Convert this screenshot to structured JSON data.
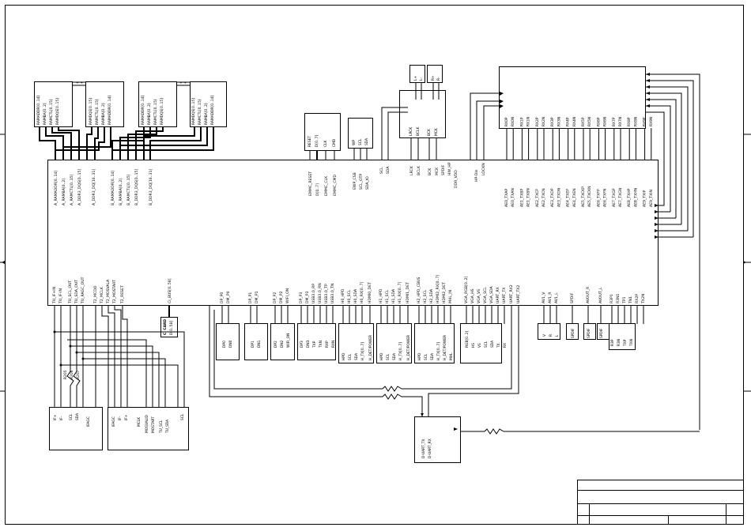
{
  "soc": {
    "top_pins": {
      "a_ddr": [
        "A_RAMADDR[0..14]",
        "A_RAMBA[0..2]",
        "A_RAMCTL[0..15]",
        "A_DDR3_DQS[0..15]",
        "A_DDR3_DQ[16..31]"
      ],
      "b_ddr": [
        "B_RAMADDR[0..14]",
        "B_RAMBA[0..2]",
        "B_RAMCTL[0..15]",
        "B_DDR3_DQS[0..15]",
        "B_DDR3_DQ[16..31]"
      ],
      "emmc": [
        "EMMC_RESET",
        "D[0..7]",
        "EMMC_CLK",
        "EMMC_CMD"
      ],
      "i2c": [
        "EWP_CSB",
        "SCL_OTP",
        "SDA_IO"
      ],
      "mid": [
        "SCL",
        "SDA"
      ],
      "i2s": [
        "LRCK",
        "BCLK",
        "BCK",
        "MCK",
        "SPDIF",
        "HW_HP",
        "DDR_VDD"
      ],
      "misc": [
        "HP-Din",
        "LOCKN"
      ],
      "lvds_right": [
        "AE0_TXAP",
        "AE0_TXAN",
        "AE1_TXBP",
        "AE1_TXBN",
        "AE2_TXCP",
        "AE2_TXCN",
        "AE3_TXDP",
        "AE3_TXDN",
        "AE4_TXEP",
        "AE4_TXEN",
        "AE5_TXCKP",
        "AE5_TXCKN",
        "AE6_TXFP",
        "AE6_TXFN",
        "AE7_TXGP",
        "AE7_TXGN",
        "AE8_TXHP",
        "AE8_TXHN",
        "AE9_TXIP",
        "AE9_TXIN"
      ]
    },
    "bottom_pins": {
      "tuner": [
        "TU_IF+IN",
        "TU_IF-IN",
        "TU_SCL_OUT",
        "TU_SDA_OUT",
        "TU_RAGC_OUT"
      ],
      "ci": [
        "T2_MCDO",
        "T2_MCLK",
        "T2_MOSVALA",
        "T2_MOSTART",
        "T2_RESET"
      ],
      "ci_bus": "CI_BUS[0..58]",
      "usb": [
        "DP_P0",
        "DM_P0",
        "DP_P1",
        "DM_P1",
        "DP_P2",
        "DM_P2",
        "WIFI_ON",
        "DP_P3",
        "DM_P3",
        "USB3.0_RP",
        "USB3.0_RN",
        "USB3.0_TP",
        "USB3.0_TN"
      ],
      "hdmi": [
        "H0_HPD",
        "H0_SCL",
        "H0_SDA",
        "H0_RX[0..7]",
        "HDMI0_DET",
        "H1_HPD",
        "H1_SCL",
        "H1_SDA",
        "H1_RX[0..7]",
        "HDMI1_DET",
        "H2_HPD_CBUS",
        "H2_SCL",
        "H2_SDA",
        "HDMI2_RX[0..7]",
        "HDMI2_DET",
        "MHL_IN"
      ],
      "vga": [
        "VGA_RGB[0..2]",
        "VGA_HS",
        "VGA_VS",
        "VGA_SCL",
        "VGA_SDA",
        "UART_RX",
        "UART_TX",
        "UART_RX2",
        "UART_TX2"
      ],
      "av": [
        "AV1_V",
        "AV1_R",
        "AV1_L",
        "SPDIF",
        "AVOUT_R",
        "AVOUT_L",
        "R3P1",
        "R3N1",
        "TP1",
        "TN1",
        "RX2P",
        "TX2N"
      ]
    }
  },
  "ddr_chips": [
    {
      "left": [
        "RAMADDR[0..14]",
        "RAMBA[0..2]",
        "RAMCTL[0..15]",
        "RAMDQS[0..15]"
      ],
      "right": [
        "RAMDQS[0..15]",
        "RAMCTL[0..15]",
        "RAMBA[0..2]",
        "RAMADDR[0..14]"
      ]
    },
    {
      "left": [
        "RAMADDR[0..14]",
        "RAMBA[0..2]",
        "RAMCTL[0..15]",
        "RAMDQS[0..15]"
      ],
      "right": [
        "RAMDQS[0..15]",
        "RAMCTL[0..15]",
        "RAMBA[0..2]",
        "RAMADDR[0..14]"
      ]
    }
  ],
  "emmc_block": [
    "RESET",
    "D[0..7]",
    "CLK",
    "CMD"
  ],
  "eeprom_block": [
    "WP",
    "SCL",
    "SDA"
  ],
  "audio_block": [
    "LRCK",
    "BCLK",
    "BCK",
    "MCK"
  ],
  "audio_conn": [
    "L+",
    "L-",
    "R+",
    "R-"
  ],
  "lvds_conn": [
    "RX0P",
    "RX0N",
    "RX1P",
    "RX1N",
    "RX2P",
    "RX2N",
    "RX3P",
    "RX3N",
    "RX4P",
    "RX4N",
    "RX5P",
    "RX5N",
    "RX6P",
    "RX6N",
    "RX7P",
    "RX7N",
    "RX8P",
    "RX8N",
    "RX9P",
    "RX9N"
  ],
  "ci_card": {
    "title": "CI CARD",
    "label": "D[0..58]"
  },
  "resistor_labels": [
    "R205",
    "R206",
    "R207"
  ],
  "tuner1": [
    "IF+",
    "IF-",
    "SCL",
    "SDA",
    "IFAGC"
  ],
  "tuner2": [
    "IFAGC",
    "IF-",
    "IF+",
    "MCLK",
    "MOSVALID",
    "MOSTART",
    "TU_SCL",
    "TU_SDA",
    "SCL"
  ],
  "usb_ports": [
    {
      "pins": [
        "DP0",
        "DN0"
      ]
    },
    {
      "pins": [
        "DP1",
        "DN1"
      ]
    },
    {
      "pins": [
        "DP2",
        "DN2",
        "WIFI_ON"
      ]
    },
    {
      "pins": [
        "DP3",
        "DN3",
        "TXP",
        "TXN",
        "RXP",
        "RXN"
      ]
    }
  ],
  "hdmi_ports": [
    {
      "pins": [
        "HPD",
        "SCL",
        "SDA",
        "H_TX[0..7]",
        "H_DET/POWER"
      ]
    },
    {
      "pins": [
        "HPD",
        "SCL",
        "SDA",
        "H_TX[0..7]",
        "H_DET/POWER"
      ]
    },
    {
      "pins": [
        "HPD",
        "SCL",
        "SDA",
        "H_TX[0..7]",
        "H_DET/POWER",
        "MHL"
      ]
    }
  ],
  "vga_port": [
    "RGB[0..2]",
    "HS",
    "VS",
    "SCL",
    "SDA",
    "TX",
    "RX"
  ],
  "av_port": [
    "V",
    "R",
    "L"
  ],
  "spdif_labels": [
    "SPDIF",
    "SPDIF",
    "SPDIF"
  ],
  "lan_port": [
    "R3P",
    "R3N",
    "TXP",
    "TXN"
  ],
  "debug_uart": [
    "D-UART_TX",
    "D-UART_RX"
  ]
}
